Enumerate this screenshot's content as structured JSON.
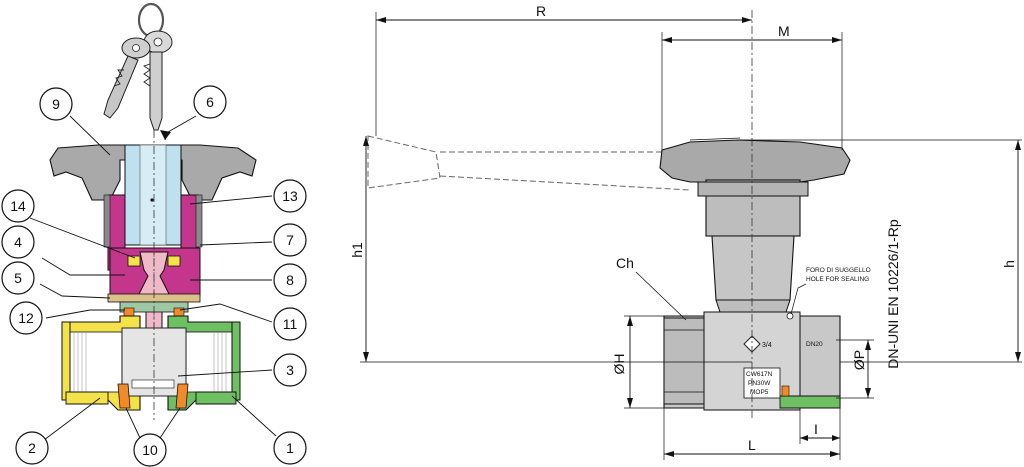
{
  "callouts": {
    "c1": "1",
    "c2": "2",
    "c3": "3",
    "c4": "4",
    "c5": "5",
    "c6": "6",
    "c7": "7",
    "c8": "8",
    "c9": "9",
    "c10": "10",
    "c11": "11",
    "c12": "12",
    "c13": "13",
    "c14": "14"
  },
  "dimensions": {
    "R": "R",
    "M": "M",
    "h1": "h1",
    "h": "h",
    "Ch": "Ch",
    "H": "ØH",
    "P": "ØP",
    "L": "L",
    "I": "I"
  },
  "annotations": {
    "standard": "DN-UNI EN 10226/1-Rp",
    "hole_it": "FORO DI SUGGELLO",
    "hole_en": "HOLE FOR SEALING",
    "size": "3/4",
    "dn": "DN20",
    "marking_1": "CW617N",
    "marking_2": "PN30W",
    "marking_3": "MOP5"
  }
}
